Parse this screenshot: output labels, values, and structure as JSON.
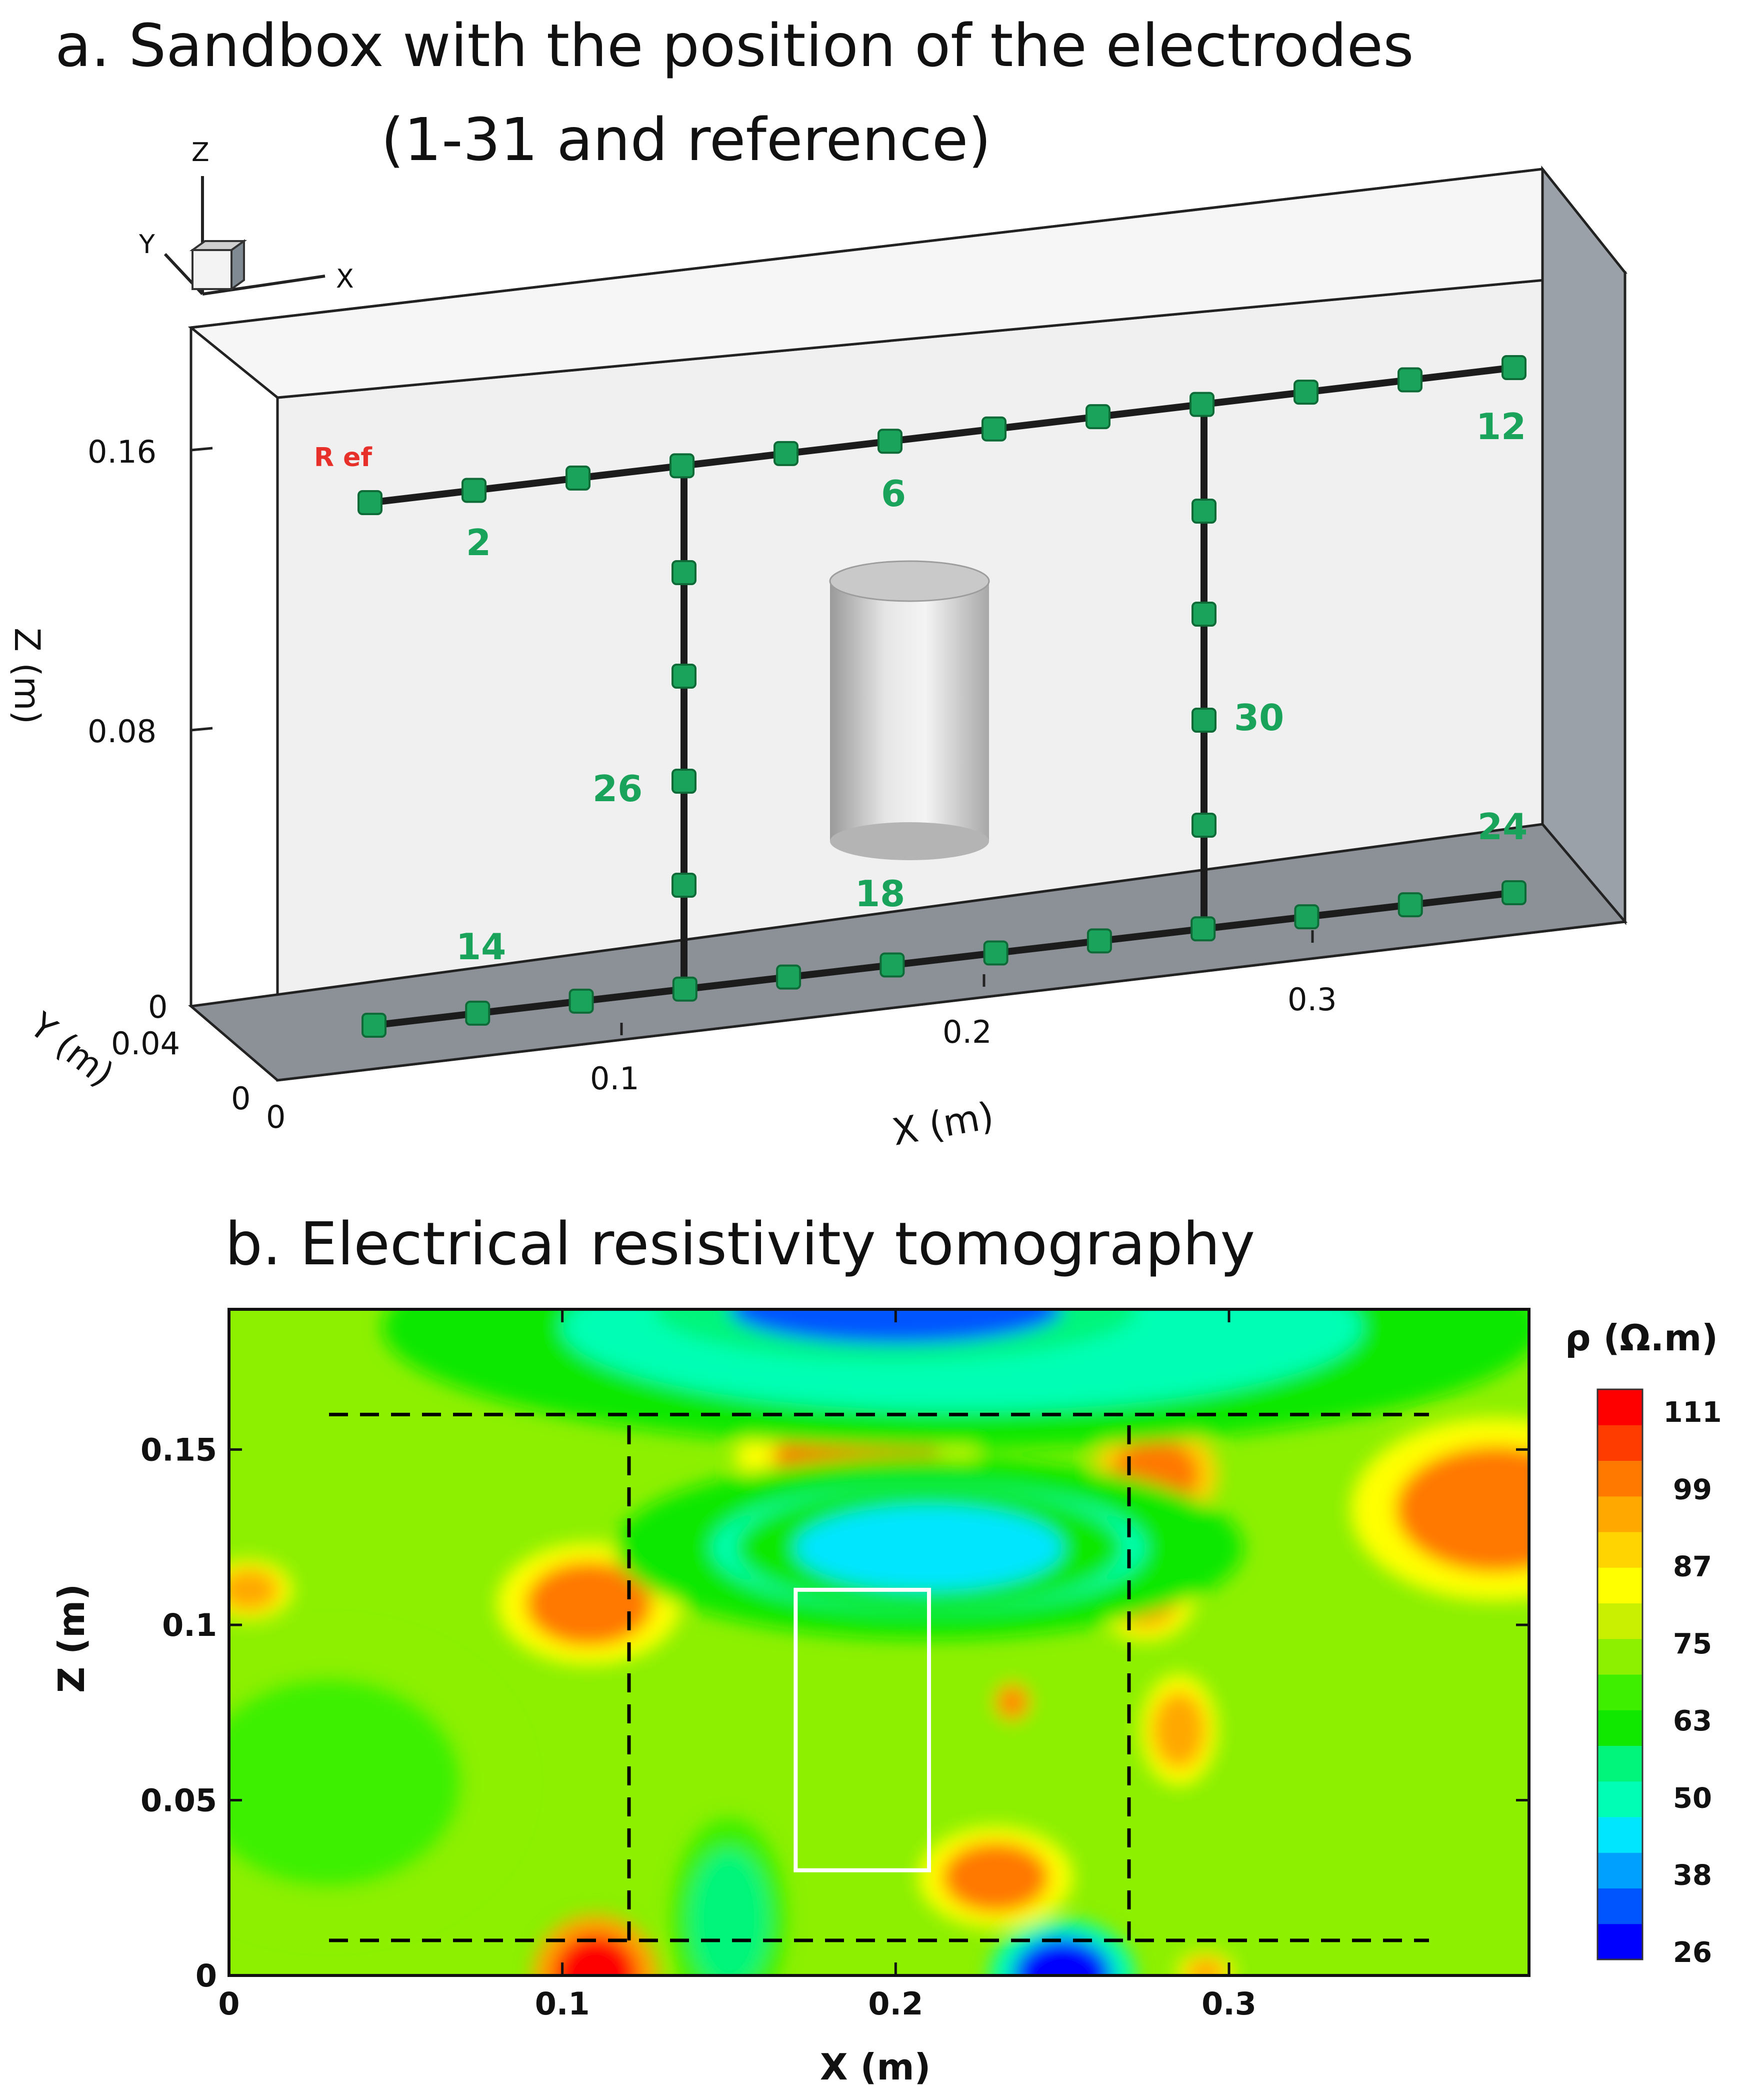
{
  "panel_a": {
    "title_line1": "a. Sandbox with the position of the electrodes",
    "title_line2": "(1-31 and reference)",
    "axis_triad": {
      "z": "Z",
      "y": "Y",
      "x": "X"
    },
    "z_axis_label": "Z (m)",
    "y_axis_label": "Y (m)",
    "x_axis_label": "X (m)",
    "z_ticks": [
      "0.16",
      "0.08",
      "0"
    ],
    "y_ticks": [
      "0.04",
      "0"
    ],
    "x_ticks": [
      "0",
      "0.1",
      "0.2",
      "0.3"
    ],
    "ref_label": "R ef",
    "electrode_labels": [
      "2",
      "6",
      "12",
      "14",
      "18",
      "24",
      "26",
      "30"
    ],
    "electrode_color": "#1aa35a",
    "ref_color": "#e8302a"
  },
  "panel_b": {
    "title": "b.  Electrical resistivity tomography"
  },
  "chart_data": {
    "type": "heatmap",
    "title": "b.  Electrical resistivity tomography",
    "xlabel": "X (m)",
    "ylabel": "Z (m)",
    "xlim": [
      0,
      0.39
    ],
    "ylim": [
      0,
      0.19
    ],
    "x_ticks": [
      0,
      0.1,
      0.2,
      0.3
    ],
    "y_ticks": [
      0,
      0.05,
      0.1,
      0.15
    ],
    "x_tick_labels": [
      "0",
      "0.1",
      "0.2",
      "0.3"
    ],
    "y_tick_labels": [
      "0",
      "0.05",
      "0.1",
      "0.15"
    ],
    "colorbar": {
      "label": "ρ (Ω.m)",
      "tick_labels": [
        "111",
        "99",
        "87",
        "75",
        "63",
        "50",
        "38",
        "26"
      ],
      "range": [
        26,
        111
      ],
      "colors": [
        "#0000ff",
        "#0055ff",
        "#00a0ff",
        "#00e6ff",
        "#00ffb4",
        "#00f57a",
        "#10e800",
        "#3ef000",
        "#8cf000",
        "#c8f000",
        "#ffff00",
        "#ffd400",
        "#ffa800",
        "#ff7800",
        "#ff3c00",
        "#ff0000"
      ]
    },
    "background_value": 72,
    "anomalies": [
      {
        "x": 0.11,
        "z": 0.0,
        "rx": 0.013,
        "rz": 0.012,
        "value": 111
      },
      {
        "x": 0.25,
        "z": 0.0,
        "rx": 0.015,
        "rz": 0.011,
        "value": 30
      },
      {
        "x": 0.293,
        "z": 0.001,
        "rx": 0.006,
        "rz": 0.004,
        "value": 95
      },
      {
        "x": 0.108,
        "z": 0.106,
        "rx": 0.019,
        "rz": 0.012,
        "value": 96
      },
      {
        "x": 0.006,
        "z": 0.11,
        "rx": 0.009,
        "rz": 0.006,
        "value": 92
      },
      {
        "x": 0.188,
        "z": 0.148,
        "rx": 0.025,
        "rz": 0.008,
        "value": 96
      },
      {
        "x": 0.278,
        "z": 0.143,
        "rx": 0.013,
        "rz": 0.01,
        "value": 97
      },
      {
        "x": 0.38,
        "z": 0.133,
        "rx": 0.03,
        "rz": 0.018,
        "value": 96
      },
      {
        "x": 0.275,
        "z": 0.107,
        "rx": 0.01,
        "rz": 0.008,
        "value": 92
      },
      {
        "x": 0.285,
        "z": 0.07,
        "rx": 0.008,
        "rz": 0.011,
        "value": 92
      },
      {
        "x": 0.23,
        "z": 0.028,
        "rx": 0.016,
        "rz": 0.01,
        "value": 96
      },
      {
        "x": 0.235,
        "z": 0.078,
        "rx": 0.004,
        "rz": 0.004,
        "value": 98
      },
      {
        "x": 0.21,
        "z": 0.122,
        "rx": 0.065,
        "rz": 0.018,
        "value": 52
      },
      {
        "x": 0.21,
        "z": 0.122,
        "rx": 0.04,
        "rz": 0.012,
        "value": 46
      },
      {
        "x": 0.22,
        "z": 0.185,
        "rx": 0.12,
        "rz": 0.024,
        "value": 52
      },
      {
        "x": 0.2,
        "z": 0.19,
        "rx": 0.05,
        "rz": 0.01,
        "value": 34
      },
      {
        "x": 0.15,
        "z": 0.016,
        "rx": 0.012,
        "rz": 0.02,
        "value": 56
      },
      {
        "x": 0.03,
        "z": 0.055,
        "rx": 0.04,
        "rz": 0.03,
        "value": 67
      }
    ],
    "electrode_lines_dashed": [
      {
        "x": [
          0.03,
          0.36
        ],
        "z": [
          0.16,
          0.16
        ]
      },
      {
        "x": [
          0.03,
          0.36
        ],
        "z": [
          0.01,
          0.01
        ]
      },
      {
        "x": [
          0.12,
          0.12
        ],
        "z": [
          0.01,
          0.16
        ]
      },
      {
        "x": [
          0.27,
          0.27
        ],
        "z": [
          0.01,
          0.16
        ]
      }
    ],
    "target_rectangle": {
      "x": [
        0.17,
        0.21
      ],
      "z": [
        0.03,
        0.11
      ],
      "color": "#ffffff"
    }
  }
}
